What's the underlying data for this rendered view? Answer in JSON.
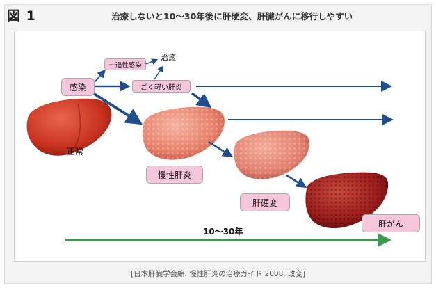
{
  "figure": {
    "label": "図 1",
    "title": "治療しないと10〜30年後に肝硬変、肝臓がんに移行しやすい",
    "caption": "[日本肝臓学会編. 慢性肝炎の治療ガイド 2008. 改変]"
  },
  "nodes": {
    "infection": "感染",
    "transient_infection": "一過性感染",
    "cure": "治癒",
    "mild_hepatitis": "ごく軽い肝炎",
    "normal": "正常",
    "chronic_hepatitis": "慢性肝炎",
    "cirrhosis": "肝硬変",
    "liver_cancer": "肝がん"
  },
  "timeline": {
    "label": "10〜30年"
  },
  "colors": {
    "arrow_blue": "#1f4e8c",
    "timeline_green": "#3c9a4e",
    "label_fill": "#f6c7dc",
    "liver_normal": "#c8321e",
    "liver_chronic": "#e8806a",
    "liver_cirrhosis": "#e48170",
    "liver_cancer": "#9b1c1c"
  }
}
